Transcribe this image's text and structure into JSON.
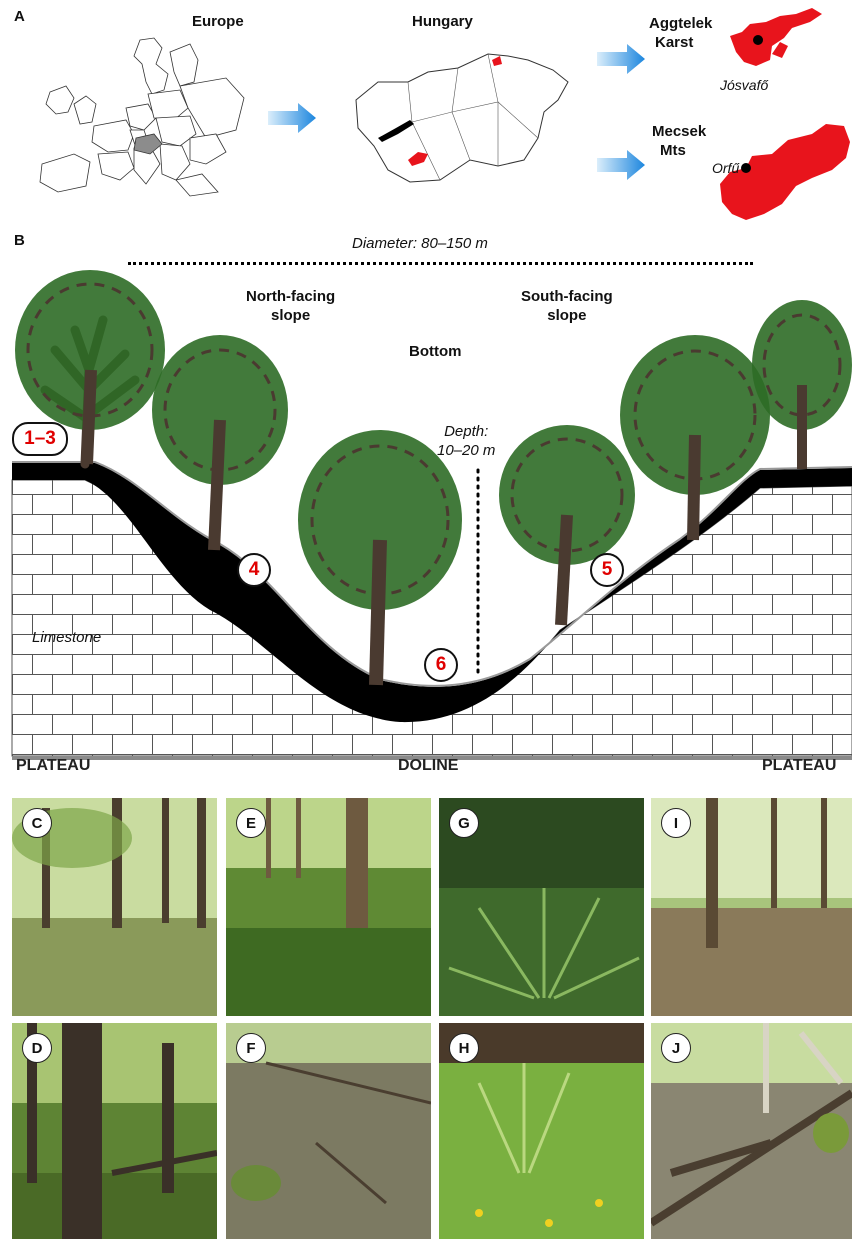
{
  "panelA": {
    "letter": "A",
    "europe_label": "Europe",
    "hungary_label": "Hungary",
    "aggtelek_label_line1": "Aggtelek",
    "aggtelek_label_line2": "Karst",
    "aggtelek_town": "Jósvafő",
    "mecsek_label_line1": "Mecsek",
    "mecsek_label_line2": "Mts",
    "mecsek_town": "Orfű",
    "colors": {
      "highlight": "#e8141c",
      "arrow": "#2b8fe0",
      "europe_hungary": "#8c8c8c"
    }
  },
  "panelB": {
    "letter": "B",
    "diameter": "Diameter: 80–150 m",
    "north_line1": "North-facing",
    "north_line2": "slope",
    "south_line1": "South-facing",
    "south_line2": "slope",
    "bottom": "Bottom",
    "depth_line1": "Depth:",
    "depth_line2": "10–20 m",
    "limestone": "Limestone",
    "markers": [
      "1–3",
      "4",
      "5",
      "6"
    ],
    "bar_left": "PLATEAU",
    "bar_center": "DOLINE",
    "bar_right": "PLATEAU",
    "colors": {
      "soil": "#000000",
      "foliage": "#2e6b26",
      "trunk": "#4a3a30",
      "bar": "#8a8a8a",
      "marker_text": "#e00000"
    }
  },
  "photos": {
    "labels": [
      "C",
      "E",
      "G",
      "I",
      "D",
      "F",
      "H",
      "J"
    ]
  }
}
